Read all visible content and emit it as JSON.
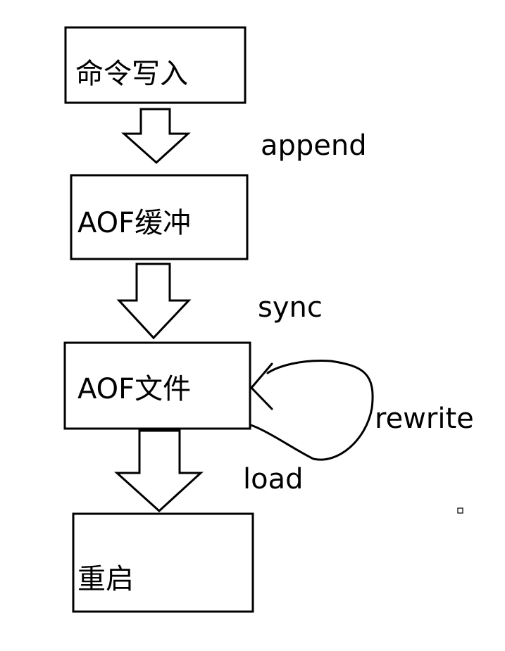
{
  "diagram": {
    "nodes": [
      {
        "id": "write",
        "label": "命令写入"
      },
      {
        "id": "buffer",
        "label": "AOF缓冲"
      },
      {
        "id": "file",
        "label": "AOF文件"
      },
      {
        "id": "restart",
        "label": "重启"
      }
    ],
    "edges": [
      {
        "from": "write",
        "to": "buffer",
        "label": "append"
      },
      {
        "from": "buffer",
        "to": "file",
        "label": "sync"
      },
      {
        "from": "file",
        "to": "file",
        "label": "rewrite"
      },
      {
        "from": "file",
        "to": "restart",
        "label": "load"
      }
    ]
  }
}
